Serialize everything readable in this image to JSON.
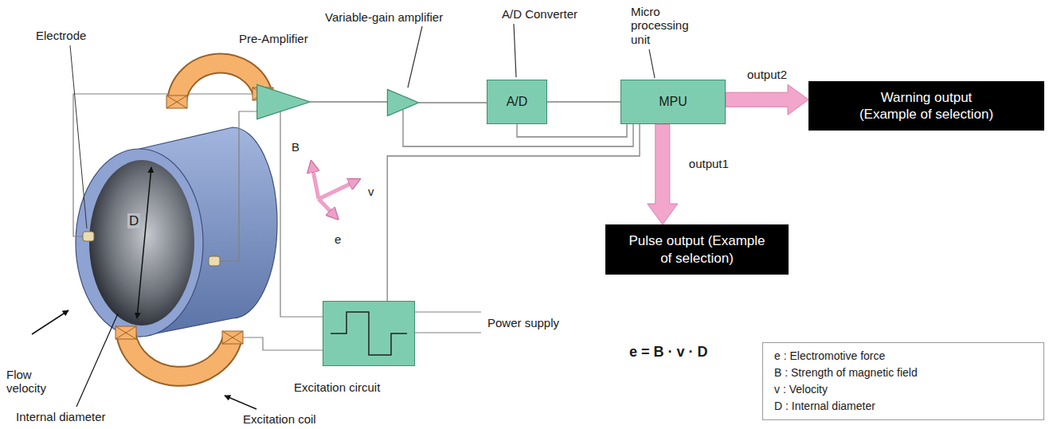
{
  "diagram": {
    "nodes": [
      {
        "text": [
          "Pre-Amplifier"
        ]
      },
      {
        "text": [
          "Variable-gain amplifier"
        ]
      },
      {
        "text": [
          "A/D"
        ]
      },
      {
        "text": [
          "MPU"
        ]
      },
      {
        "text": [
          "Warning output (Example of selection)"
        ]
      },
      {
        "text": [
          "Pulse output (Example of selection)"
        ]
      },
      {
        "text": [
          "Excitation circuit"
        ]
      },
      {
        "text": [
          "e : Electromotive force",
          "B : Strength of magnetic field",
          "v : Velocity",
          "D : Internal diameter"
        ]
      }
    ],
    "edges": [
      {
        "from": 0,
        "to": 1,
        "arrow": "none"
      },
      {
        "from": 1,
        "to": 2,
        "arrow": "none"
      },
      {
        "from": 2,
        "to": 3,
        "arrow": "none"
      },
      {
        "from": 3,
        "to": 4,
        "label": "output2",
        "arrow": "to"
      },
      {
        "from": 3,
        "to": 5,
        "label": "output1",
        "arrow": "to"
      },
      {
        "from": 3,
        "to": 2,
        "arrow": "none"
      },
      {
        "from": 3,
        "to": 1,
        "arrow": "none"
      },
      {
        "from": 3,
        "to": 6,
        "arrow": "none"
      }
    ],
    "labels": [
      "Electrode",
      "D",
      "Flow velocity",
      "Internal diameter",
      "Excitation coil",
      "B",
      "v",
      "e",
      "A/D Converter",
      "Micro processing unit",
      "Power supply",
      "e = B · v · D"
    ]
  }
}
